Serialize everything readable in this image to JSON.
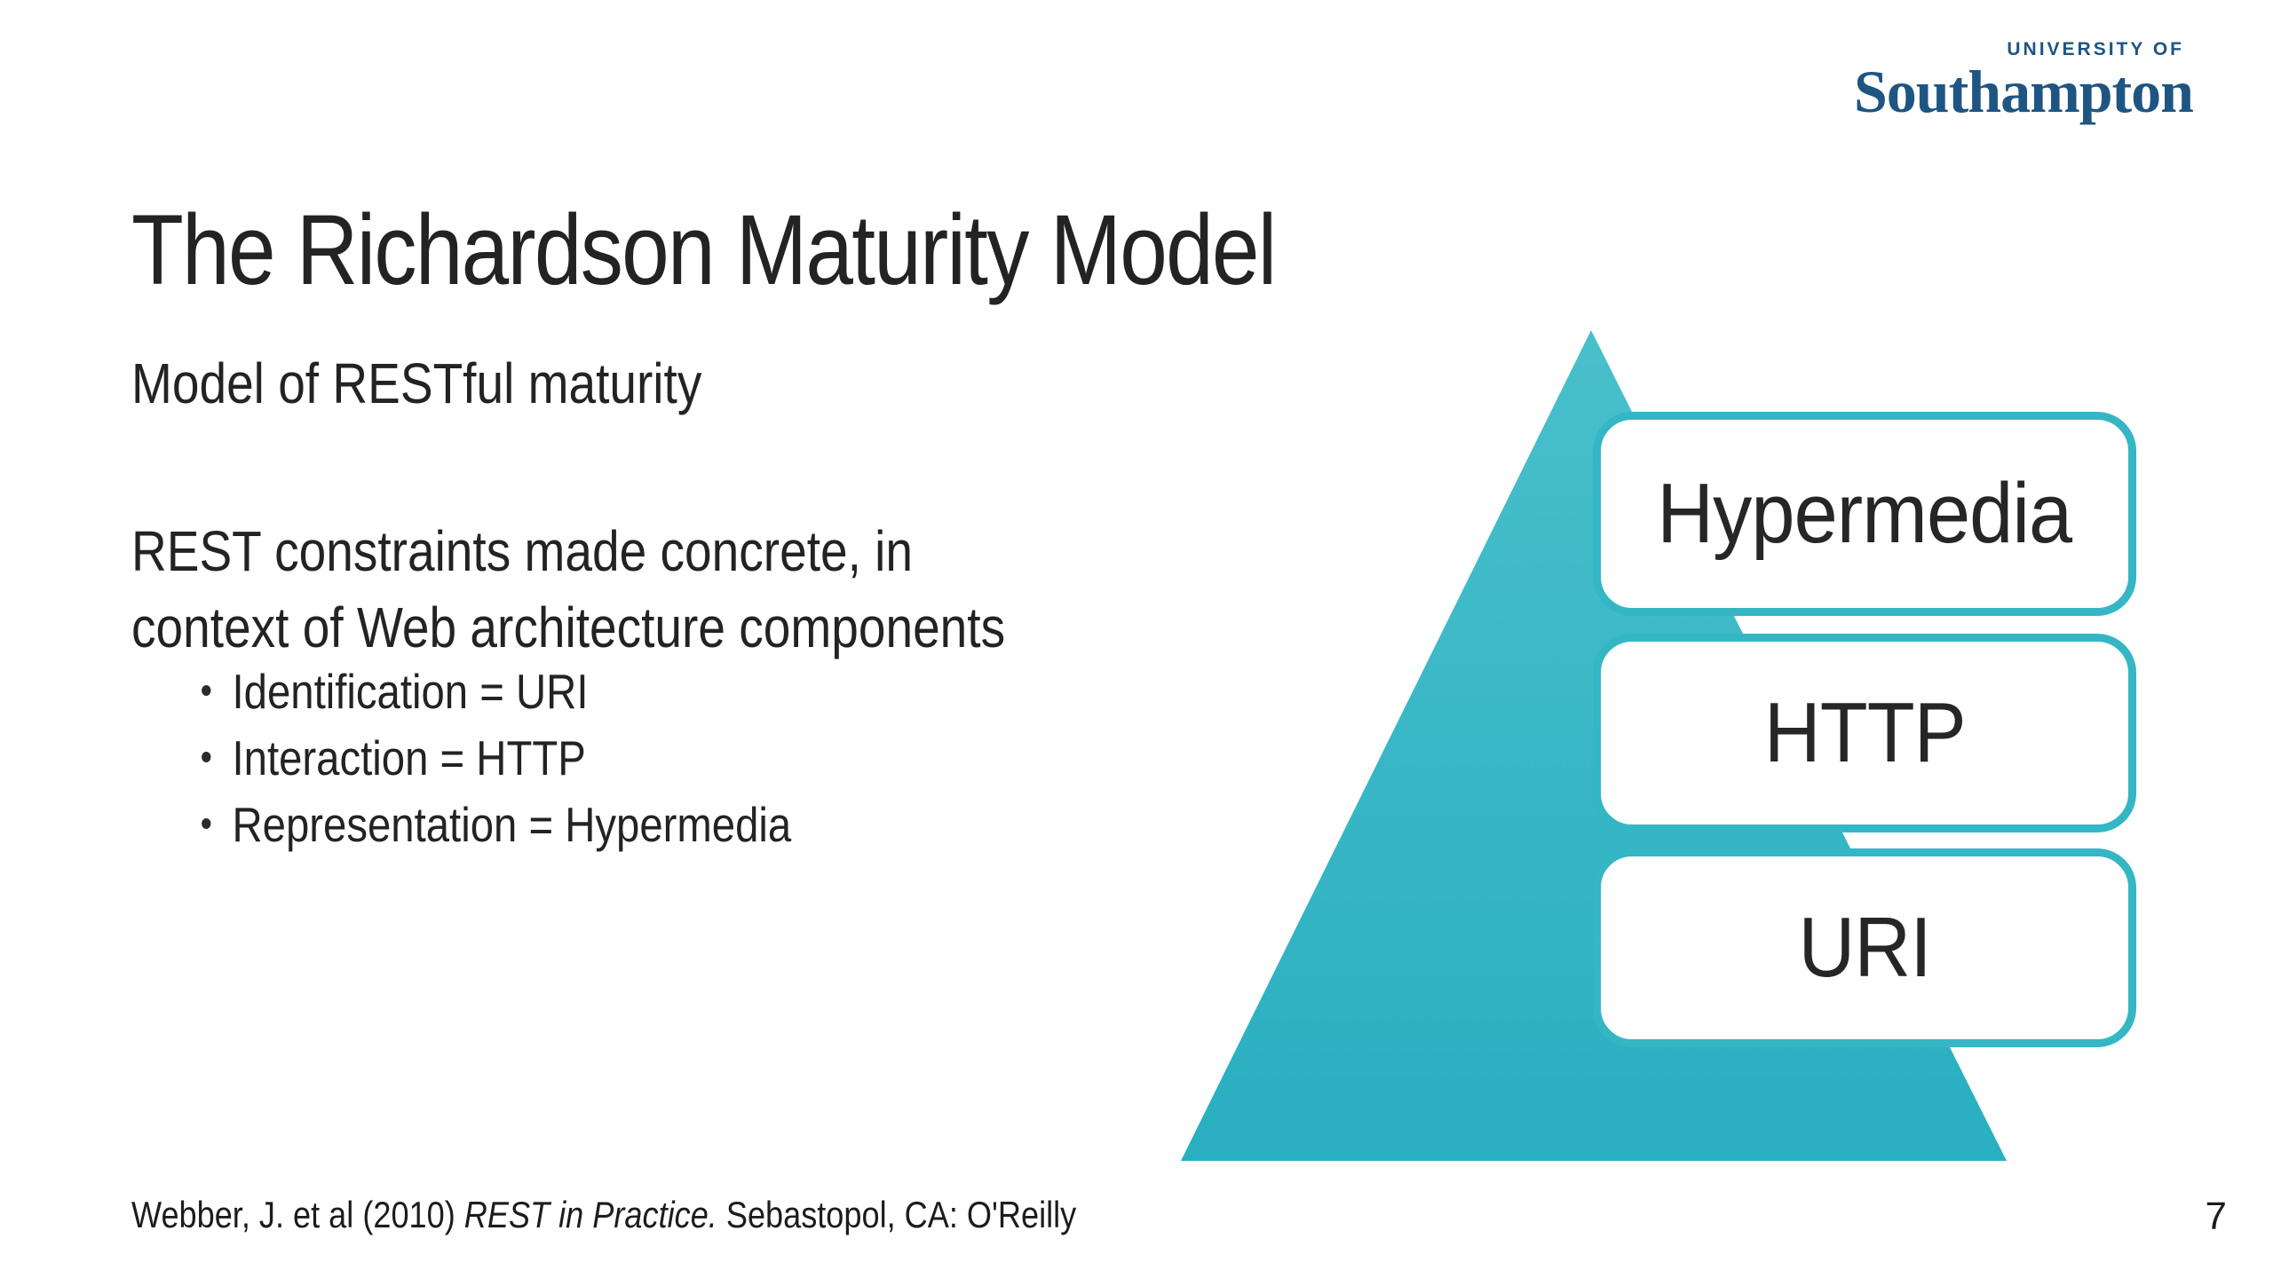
{
  "slide": {
    "logo": {
      "line1": "UNIVERSITY OF",
      "line2": "Southampton",
      "color": "#1f5582"
    },
    "title": "The Richardson Maturity Model",
    "subtitle": "Model of RESTful maturity",
    "body_lines": [
      "REST constraints made concrete, in",
      "context of Web architecture components"
    ],
    "bullets": [
      "Identification = URI",
      "Interaction = HTTP",
      "Representation = Hypermedia"
    ],
    "pyramid": {
      "levels": [
        "Hypermedia",
        "HTTP",
        "URI"
      ],
      "triangle_gradient_top": "#4abfcc",
      "triangle_gradient_bottom": "#29afc0",
      "box_border_color": "#35b6c5"
    },
    "footer": {
      "citation_prefix": "Webber, J. et al (2010) ",
      "citation_italic": "REST in Practice.",
      "citation_suffix": " Sebastopol, CA: O'Reilly",
      "page_number": "7"
    }
  }
}
